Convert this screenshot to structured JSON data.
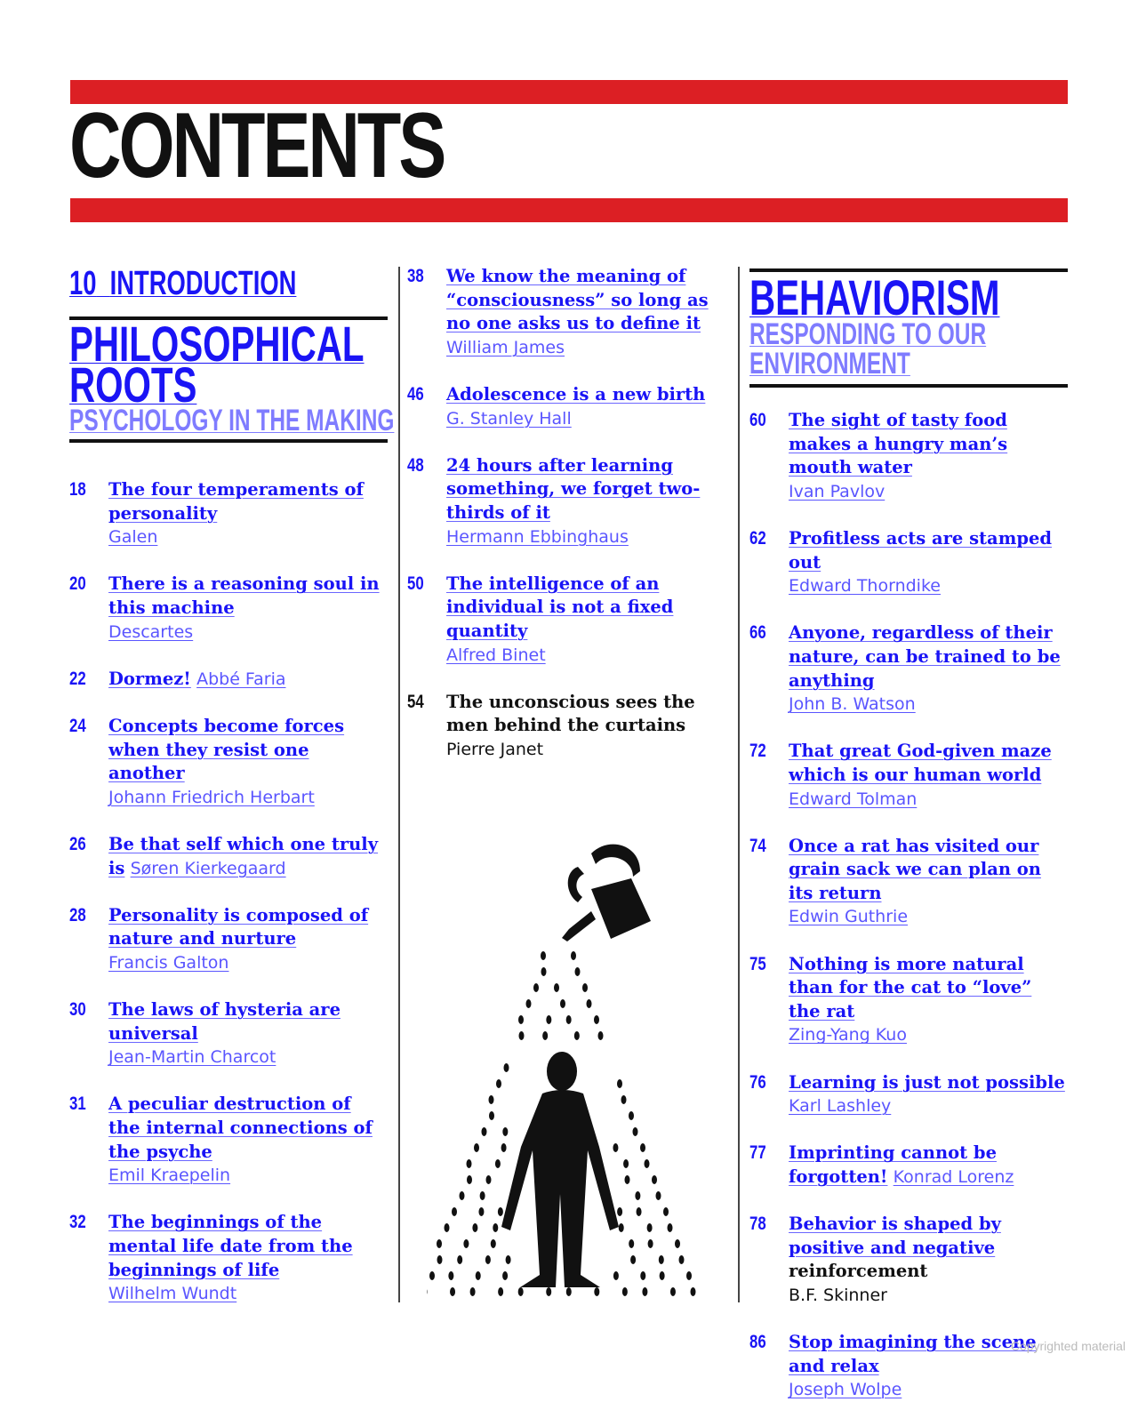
{
  "title": "CONTENTS",
  "intro": {
    "page": "10",
    "label": "INTRODUCTION"
  },
  "sections": [
    {
      "title_lines": [
        "PHILOSOPHICAL",
        "ROOTS"
      ],
      "subtitle_lines": [
        "PSYCHOLOGY IN THE MAKING"
      ]
    },
    {
      "title_lines": [
        "BEHAVIORISM"
      ],
      "subtitle_lines": [
        "RESPONDING TO OUR",
        "ENVIRONMENT"
      ]
    }
  ],
  "col1": [
    {
      "page": "18",
      "title": "The four temperaments of personality",
      "author": "Galen"
    },
    {
      "page": "20",
      "title": "There is a reasoning soul in this machine",
      "author": "Descartes"
    },
    {
      "page": "22",
      "title": "Dormez!",
      "author": "Abbé Faria"
    },
    {
      "page": "24",
      "title": "Concepts become forces when they resist one another",
      "author": "Johann Friedrich Herbart"
    },
    {
      "page": "26",
      "title": "Be that self which one truly is",
      "author": "Søren Kierkegaard"
    },
    {
      "page": "28",
      "title": "Personality is composed of nature and nurture",
      "author": "Francis Galton"
    },
    {
      "page": "30",
      "title": "The laws of hysteria are universal",
      "author": "Jean-Martin Charcot"
    },
    {
      "page": "31",
      "title": "A peculiar destruction of the internal connections of the psyche",
      "author": "Emil Kraepelin"
    },
    {
      "page": "32",
      "title": "The beginnings of the mental life date from the beginnings of life",
      "author": "Wilhelm Wundt"
    }
  ],
  "col2": [
    {
      "page": "38",
      "title": "We know the meaning of “consciousness” so long as no one asks us to define it",
      "author": "William James"
    },
    {
      "page": "46",
      "title": "Adolescence is a new birth",
      "author": "G. Stanley Hall"
    },
    {
      "page": "48",
      "title": "24 hours after learning something, we forget two-thirds of it",
      "author": "Hermann Ebbinghaus"
    },
    {
      "page": "50",
      "title": "The intelligence of an individual is not a fixed quantity",
      "author": "Alfred Binet"
    },
    {
      "page": "54",
      "title": "The unconscious sees the men behind the curtains",
      "author": "Pierre Janet",
      "black": true
    }
  ],
  "col3": [
    {
      "page": "60",
      "title": "The sight of tasty food makes a hungry man’s mouth water",
      "author": "Ivan Pavlov"
    },
    {
      "page": "62",
      "title": "Profitless acts are stamped out",
      "author": "Edward Thorndike"
    },
    {
      "page": "66",
      "title": "Anyone, regardless of their nature, can be trained to be anything",
      "author": "John B. Watson"
    },
    {
      "page": "72",
      "title": "That great God-given maze which is our human world",
      "author": "Edward Tolman"
    },
    {
      "page": "74",
      "title": "Once a rat has visited our grain sack we can plan on its return",
      "author": "Edwin Guthrie"
    },
    {
      "page": "75",
      "title": "Nothing is more natural than for the cat to “love” the rat",
      "author": "Zing-Yang Kuo"
    },
    {
      "page": "76",
      "title": "Learning is just not possible",
      "author": "Karl Lashley"
    },
    {
      "page": "77",
      "title": "Imprinting cannot be forgotten!",
      "author": "Konrad Lorenz"
    },
    {
      "page": "78",
      "title": "Behavior is shaped by positive and negative",
      "title_plain": "reinforcement",
      "author": "B.F. Skinner",
      "author_black": true
    },
    {
      "page": "86",
      "title": "Stop imagining the scene and relax",
      "author": "Joseph Wolpe"
    }
  ],
  "copyright": "Copyrighted material"
}
